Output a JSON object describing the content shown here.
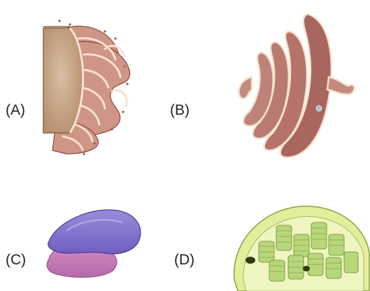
{
  "labels": {
    "a": "(A)",
    "b": "(B)",
    "c": "(C)",
    "d": "(D)"
  },
  "colors": {
    "nucleus": "#c9a98c",
    "er_membrane": "#c98c80",
    "golgi": "#b07068",
    "golgi_edge": "#f2e3cf",
    "vacuole_top": "#8f7fd0",
    "vacuole_bottom": "#c27bb5",
    "chloroplast_outer": "#e4ef9a",
    "grana": "#b9d87a"
  },
  "icons": {
    "a": "endoplasmic-reticulum-illustration",
    "b": "golgi-apparatus-illustration",
    "c": "vacuole-illustration",
    "d": "chloroplast-illustration"
  }
}
